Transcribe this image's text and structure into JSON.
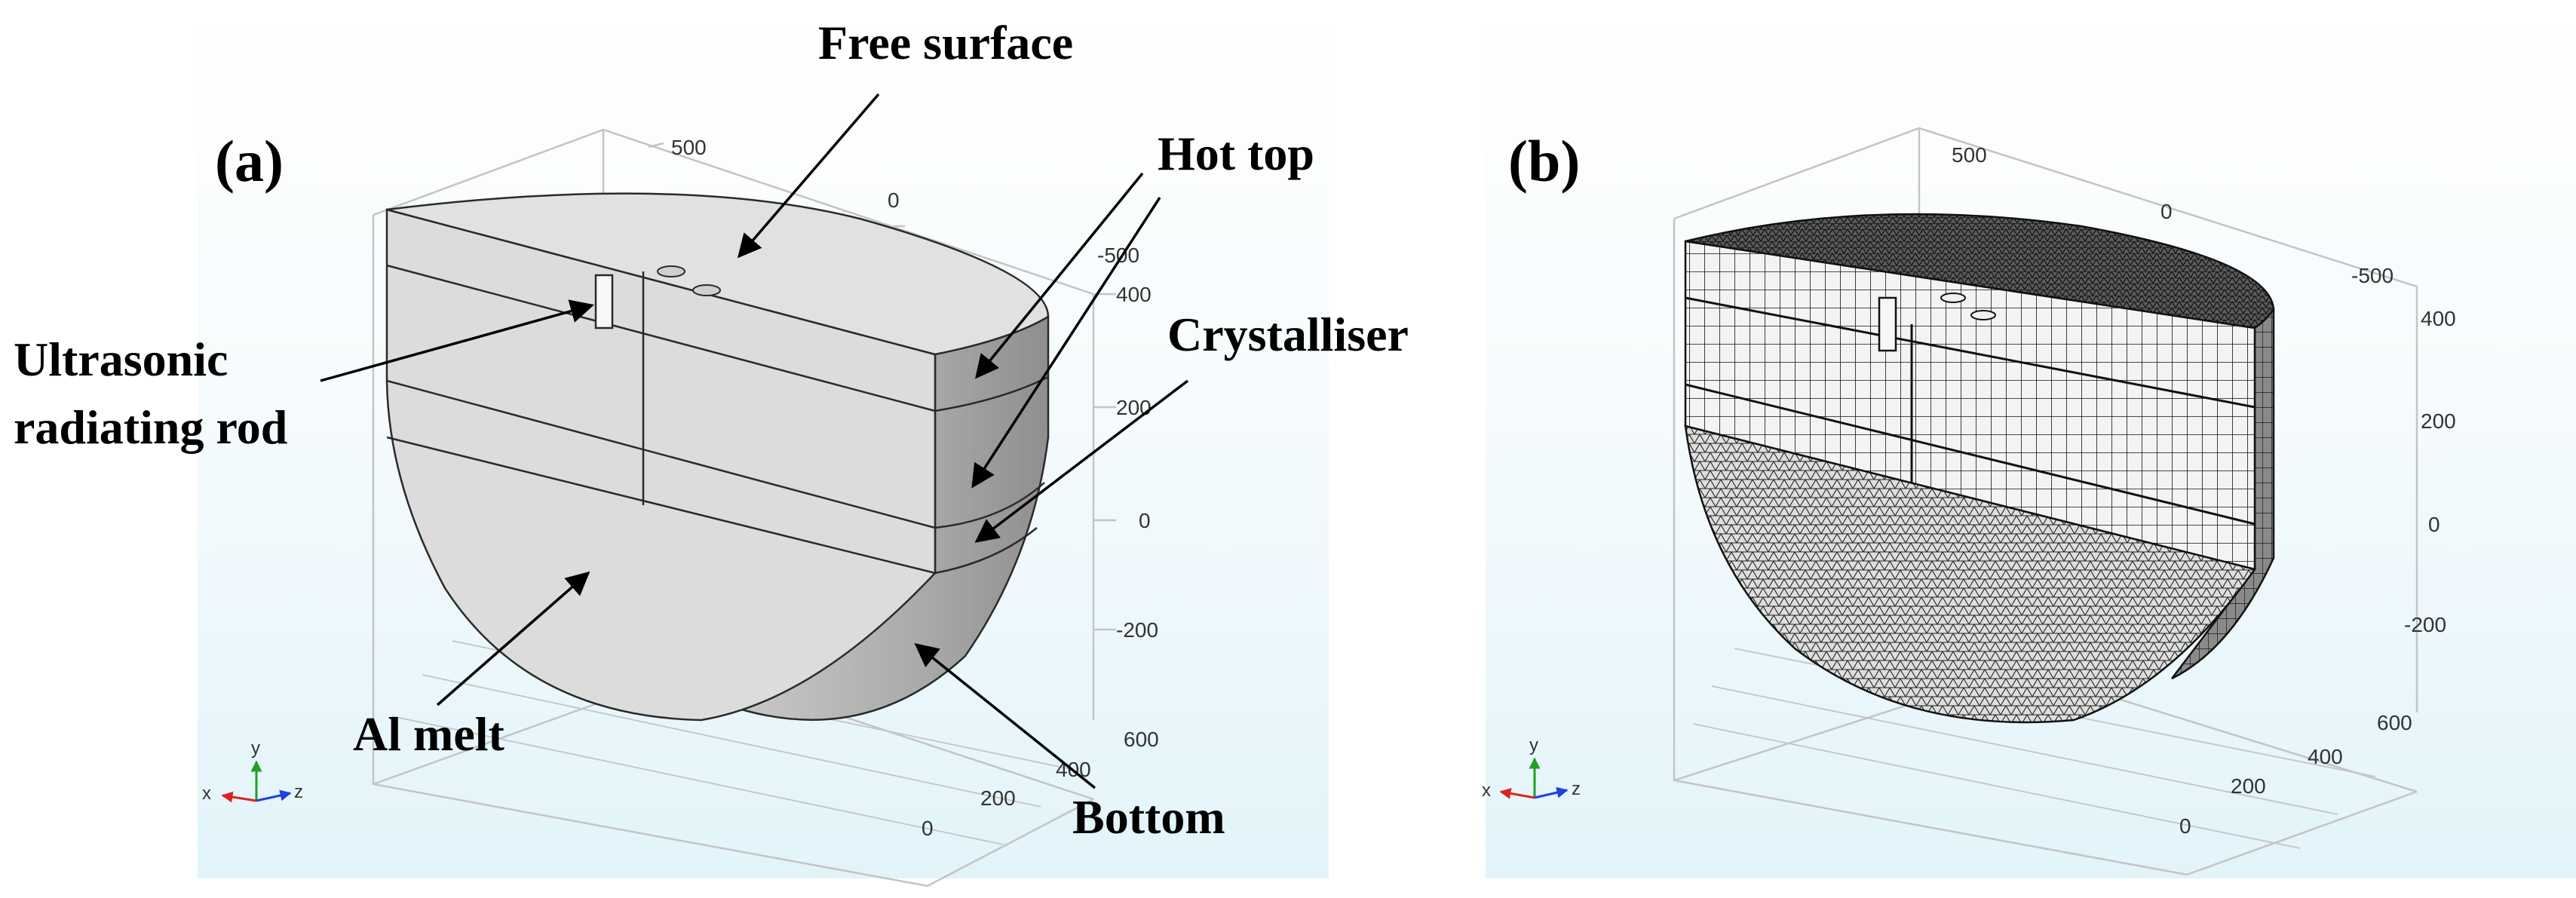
{
  "panels": [
    {
      "label": "(a)",
      "ticks": {
        "top_a": "500",
        "top_b": "0",
        "top_c": "-500",
        "right": [
          "400",
          "200",
          "0",
          "-200"
        ],
        "front": [
          "600",
          "400",
          "200",
          "0"
        ]
      },
      "annotations": {
        "free_surface": "Free surface",
        "hot_top": "Hot top",
        "crystalliser": "Crystalliser",
        "ultrasonic_line1": "Ultrasonic",
        "ultrasonic_line2": "radiating rod",
        "al_melt": "Al melt",
        "bottom": "Bottom"
      },
      "triad": {
        "x": "x",
        "y": "y",
        "z": "z"
      }
    },
    {
      "label": "(b)",
      "ticks": {
        "top_a": "500",
        "top_b": "0",
        "top_c": "-500",
        "right": [
          "400",
          "200",
          "0",
          "-200"
        ],
        "front": [
          "600",
          "400",
          "200",
          "0"
        ]
      },
      "triad": {
        "x": "x",
        "y": "y",
        "z": "z"
      }
    }
  ],
  "colors": {
    "background_gradient_top": "#ffffff",
    "background_gradient_bottom": "#e2f4fa",
    "solid_face": "#dcdcdc",
    "solid_side": "#b8b8b8",
    "edge": "#2a2a2a",
    "grid": "#c4c4c4",
    "axis_x": "#e02020",
    "axis_y": "#20a020",
    "axis_z": "#2040e0"
  }
}
